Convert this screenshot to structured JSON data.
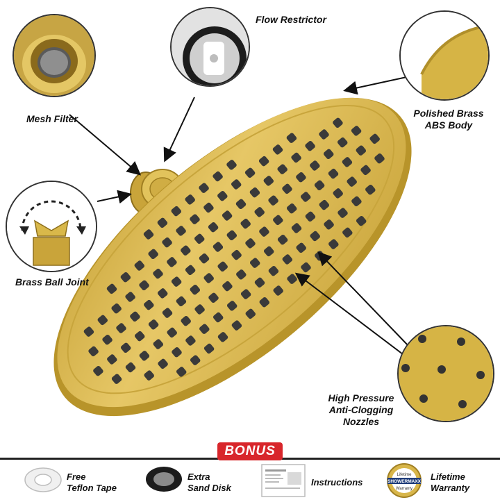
{
  "callouts": {
    "flow_restrictor": "Flow Restrictor",
    "mesh_filter": "Mesh Filter",
    "polished_brass_line1": "Polished Brass",
    "polished_brass_line2": "ABS Body",
    "brass_ball_joint": "Brass Ball Joint",
    "high_pressure_line1": "High Pressure",
    "high_pressure_line2": "Anti-Clogging",
    "high_pressure_line3": "Nozzles"
  },
  "bonus": {
    "badge": "BONUS",
    "items": [
      {
        "line1": "Free",
        "line2": "Teflon Tape"
      },
      {
        "line1": "Extra",
        "line2": "Sand Disk"
      },
      {
        "line1": "Instructions",
        "line2": ""
      },
      {
        "line1": "Lifetime",
        "line2": "Warranty"
      }
    ],
    "seal_top": "Lifetime",
    "seal_brand": "SHOWERMAXX",
    "seal_bottom": "Warranty"
  },
  "colors": {
    "brass": "#d8b64a",
    "brass_dark": "#b8942a",
    "nozzle": "#3a3a3a",
    "bonus_red": "#d8262b"
  }
}
